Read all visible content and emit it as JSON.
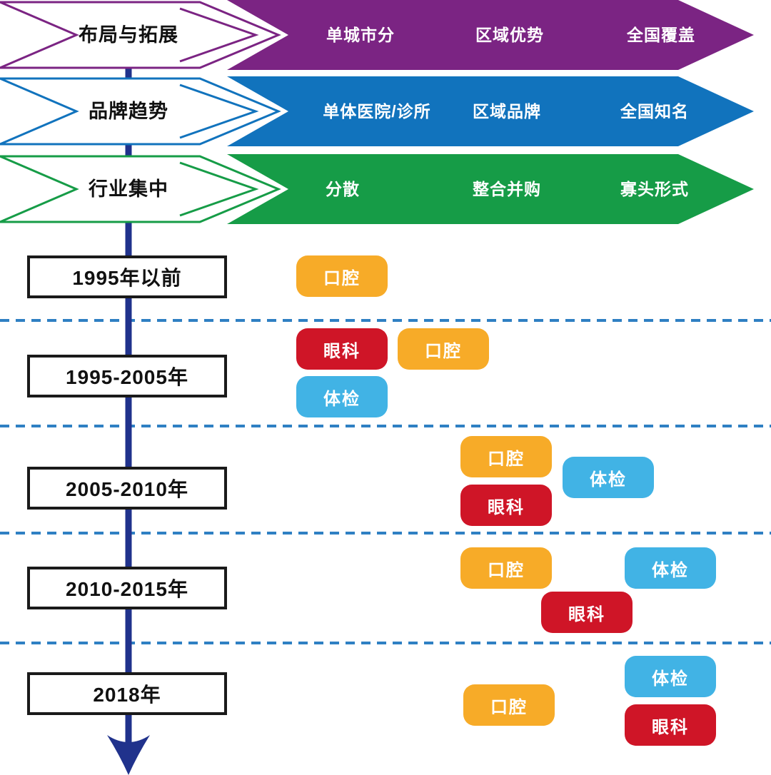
{
  "banners": [
    {
      "title": "布局与拓展",
      "color": "#7B2483",
      "stages": [
        "单城市分",
        "区域优势",
        "全国覆盖"
      ]
    },
    {
      "title": "品牌趋势",
      "color": "#1173BD",
      "stages": [
        "单体医院/诊所",
        "区域品牌",
        "全国知名"
      ]
    },
    {
      "title": "行业集中",
      "color": "#169C47",
      "stages": [
        "分散",
        "整合并购",
        "寡头形式"
      ]
    }
  ],
  "timeline": {
    "periods": [
      {
        "label": "1995年以前",
        "pills": [
          {
            "label": "口腔",
            "category": "dental"
          }
        ]
      },
      {
        "label": "1995-2005年",
        "pills": [
          {
            "label": "眼科",
            "category": "ophthalmology"
          },
          {
            "label": "口腔",
            "category": "dental"
          },
          {
            "label": "体检",
            "category": "checkup"
          }
        ]
      },
      {
        "label": "2005-2010年",
        "pills": [
          {
            "label": "口腔",
            "category": "dental"
          },
          {
            "label": "体检",
            "category": "checkup"
          },
          {
            "label": "眼科",
            "category": "ophthalmology"
          }
        ]
      },
      {
        "label": "2010-2015年",
        "pills": [
          {
            "label": "口腔",
            "category": "dental"
          },
          {
            "label": "体检",
            "category": "checkup"
          },
          {
            "label": "眼科",
            "category": "ophthalmology"
          }
        ]
      },
      {
        "label": "2018年",
        "pills": [
          {
            "label": "体检",
            "category": "checkup"
          },
          {
            "label": "口腔",
            "category": "dental"
          },
          {
            "label": "眼科",
            "category": "ophthalmology"
          }
        ]
      }
    ]
  },
  "palette": {
    "dental": "#F7AB28",
    "ophthalmology": "#CF1527",
    "checkup": "#41B3E5",
    "timeline_arrow": "#20328C",
    "separator_dash": "#2F80C3",
    "banner_purple": "#7B2483",
    "banner_blue": "#1173BD",
    "banner_green": "#169C47"
  }
}
